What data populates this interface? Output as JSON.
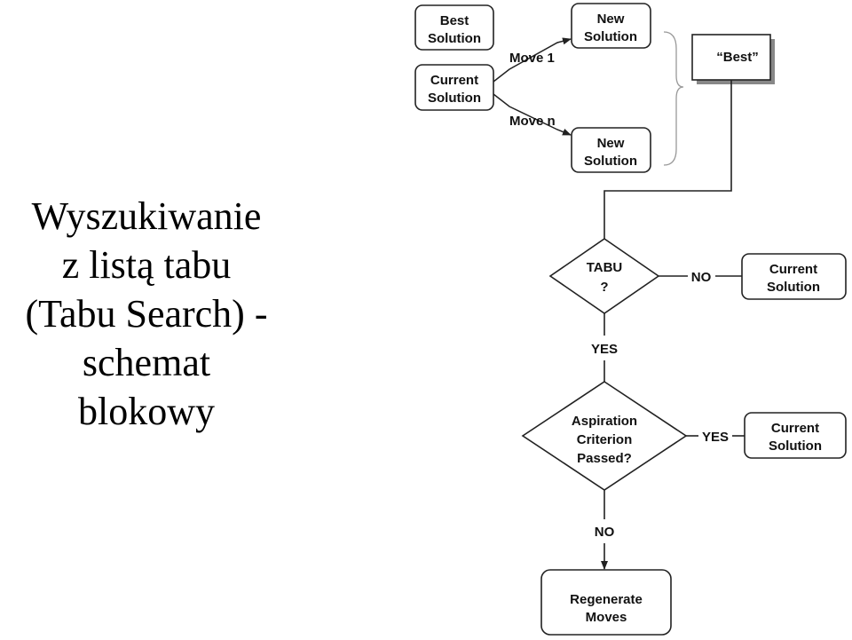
{
  "title": {
    "lines": [
      "Wyszukiwanie",
      "z listą tabu",
      "(Tabu Search) -",
      "schemat",
      "blokowy"
    ]
  },
  "diagram": {
    "best_solution": [
      "Best",
      "Solution"
    ],
    "current_solution_top": [
      "Current",
      "Solution"
    ],
    "new_solution_1": [
      "New",
      "Solution"
    ],
    "new_solution_2": [
      "New",
      "Solution"
    ],
    "move_1": "Move 1",
    "move_n": "Move n",
    "best_box": "“Best”",
    "tabu_decision": [
      "TABU",
      "?"
    ],
    "tabu_no": "NO",
    "tabu_yes": "YES",
    "current_solution_right_1": [
      "Current",
      "Solution"
    ],
    "aspiration_decision": [
      "Aspiration",
      "Criterion",
      "Passed?"
    ],
    "aspiration_yes": "YES",
    "aspiration_no": "NO",
    "current_solution_right_2": [
      "Current",
      "Solution"
    ],
    "regenerate": [
      "Regenerate",
      "Moves"
    ]
  }
}
